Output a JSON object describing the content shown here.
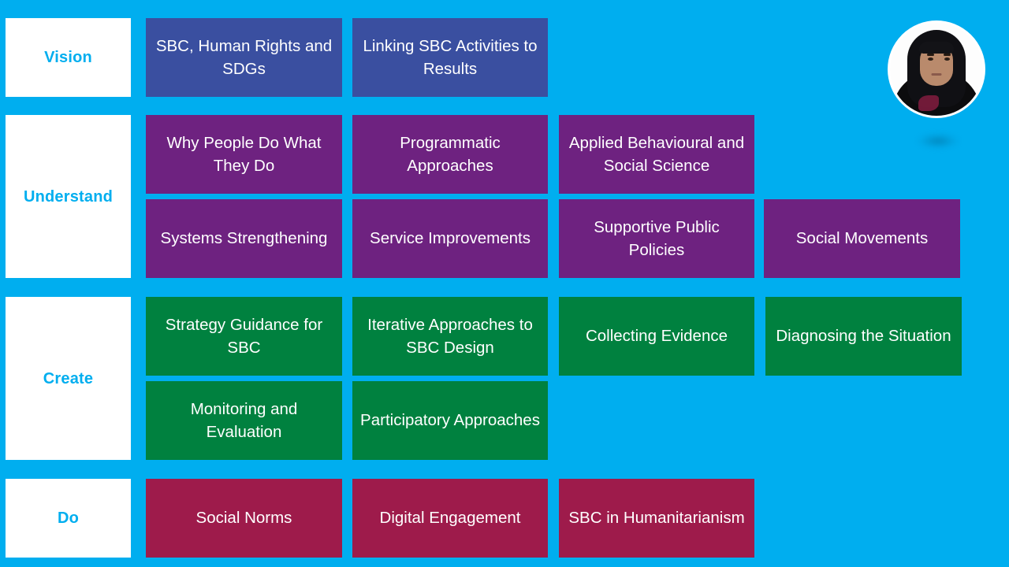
{
  "slide": {
    "background_color": "#00AEEF",
    "label_text_color": "#00AEEF",
    "tile_text_color": "#FFFFFF"
  },
  "groups": [
    {
      "label": "Vision",
      "color": "#3A4FA0",
      "tiles": [
        "SBC, Human Rights and SDGs",
        "Linking SBC Activities to Results"
      ]
    },
    {
      "label": "Understand",
      "color": "#6E2280",
      "tiles": [
        "Why People Do What They Do",
        "Programmatic Approaches",
        "Applied Behavioural and Social Science",
        "Systems Strengthening",
        "Service Improvements",
        "Supportive Public Policies",
        "Social Movements"
      ]
    },
    {
      "label": "Create",
      "color": "#00813F",
      "tiles": [
        "Strategy Guidance for SBC",
        "Iterative Approaches to SBC Design",
        "Collecting Evidence",
        "Diagnosing the Situation",
        "Monitoring and Evaluation",
        "Participatory Approaches"
      ]
    },
    {
      "label": "Do",
      "color": "#9E1B4B",
      "tiles": [
        "Social Norms",
        "Digital Engagement",
        "SBC in Humanitarianism"
      ]
    }
  ],
  "avatar": {
    "alt": "presenter-portrait"
  }
}
